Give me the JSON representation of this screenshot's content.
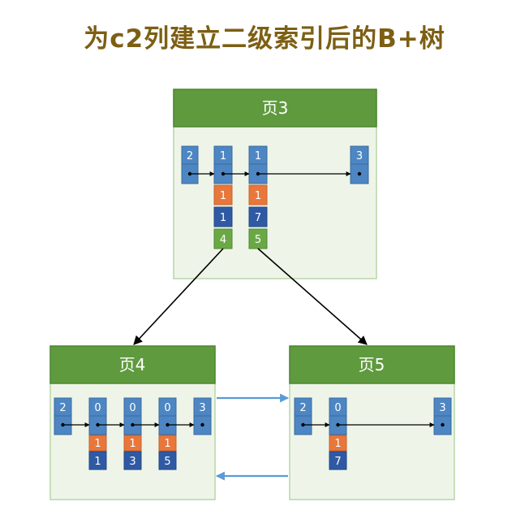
{
  "title": "为c2列建立二级索引后的B+树",
  "pages": {
    "p3": {
      "label": "页3",
      "records": [
        {
          "c2": "2"
        },
        {
          "c2": "1",
          "c1": "1",
          "c3": "1",
          "page": "4"
        },
        {
          "c2": "1",
          "c1": "1",
          "c3": "7",
          "page": "5"
        },
        {
          "c2": "3"
        }
      ]
    },
    "p4": {
      "label": "页4",
      "records": [
        {
          "c2": "2"
        },
        {
          "c2": "0",
          "c1": "1",
          "c3": "1"
        },
        {
          "c2": "0",
          "c1": "1",
          "c3": "3"
        },
        {
          "c2": "0",
          "c1": "1",
          "c3": "5"
        },
        {
          "c2": "3"
        }
      ]
    },
    "p5": {
      "label": "页5",
      "records": [
        {
          "c2": "2"
        },
        {
          "c2": "0",
          "c1": "1",
          "c3": "7"
        },
        {
          "c2": "3"
        }
      ]
    }
  },
  "colors": {
    "header_green": "#5f9a3e",
    "body_green": "#eef5e8",
    "cell_blue": "#4d86c3",
    "cell_orange": "#e8773c",
    "cell_navy": "#2f5aa3",
    "cell_green": "#6aa845",
    "sibling_arrow": "#5b9bd5",
    "title": "#7d5f14"
  }
}
